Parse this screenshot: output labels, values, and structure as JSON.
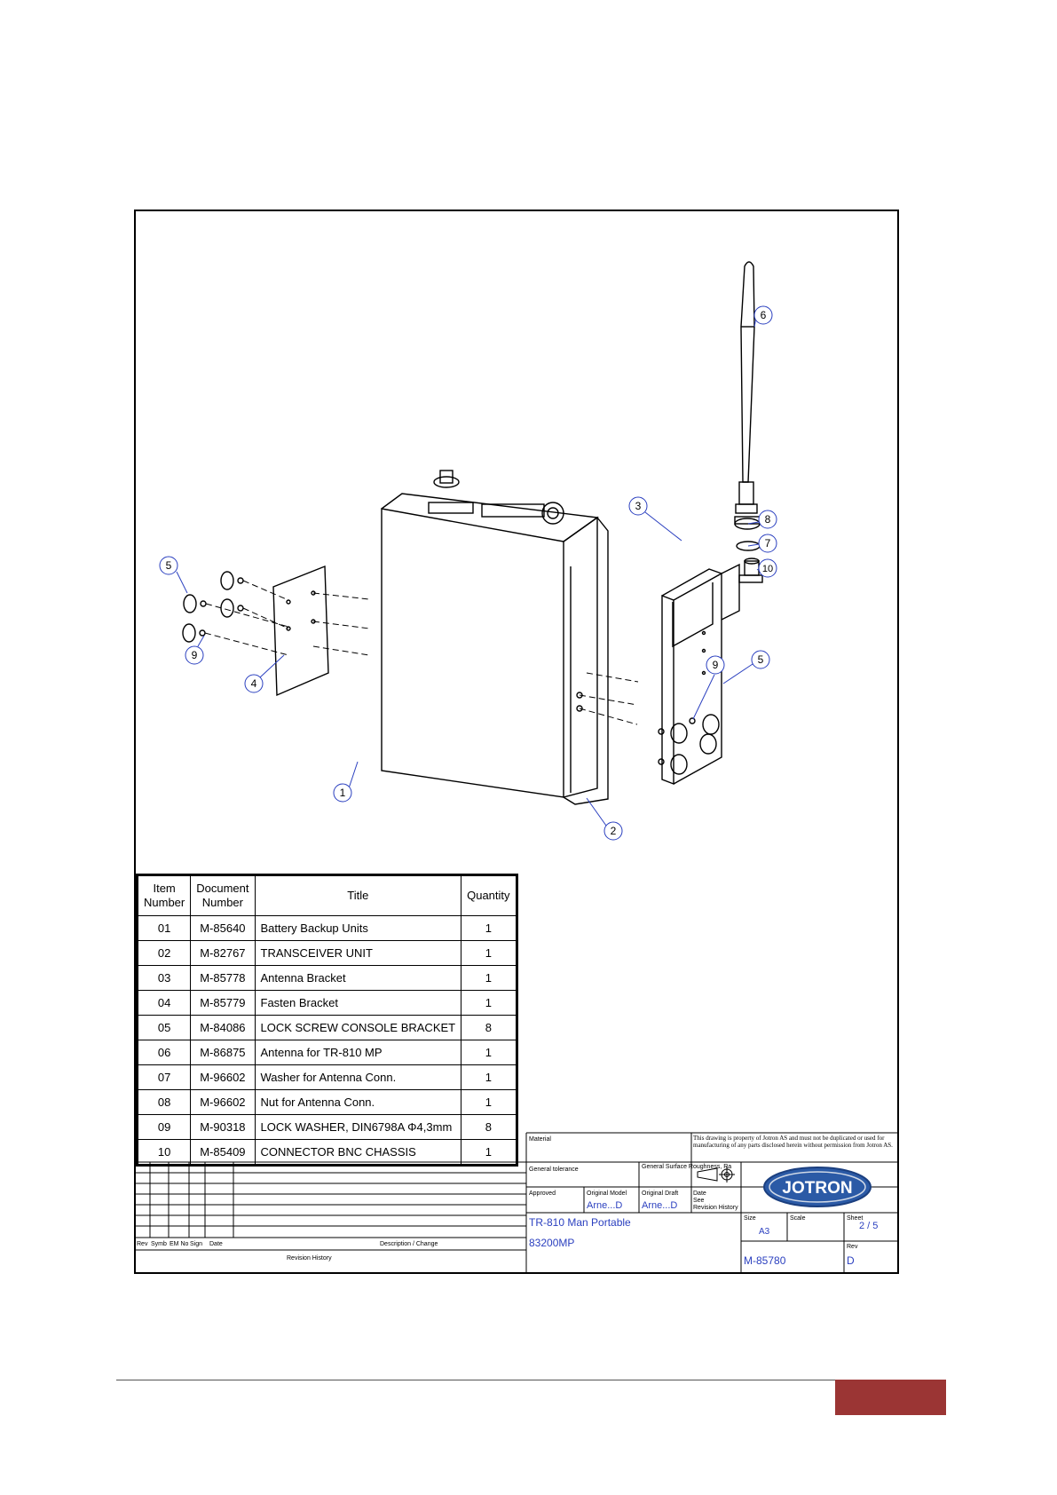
{
  "bom": {
    "headers": {
      "item": [
        "Item",
        "Number"
      ],
      "document": [
        "Document",
        "Number"
      ],
      "title": "Title",
      "quantity": "Quantity"
    },
    "rows": [
      {
        "item": "01",
        "document": "M-85640",
        "title": "Battery Backup Units",
        "quantity": "1"
      },
      {
        "item": "02",
        "document": "M-82767",
        "title": "TRANSCEIVER UNIT",
        "quantity": "1"
      },
      {
        "item": "03",
        "document": "M-85778",
        "title": "Antenna Bracket",
        "quantity": "1"
      },
      {
        "item": "04",
        "document": "M-85779",
        "title": "Fasten Bracket",
        "quantity": "1"
      },
      {
        "item": "05",
        "document": "M-84086",
        "title": "LOCK SCREW CONSOLE BRACKET",
        "quantity": "8"
      },
      {
        "item": "06",
        "document": "M-86875",
        "title": "Antenna for TR-810 MP",
        "quantity": "1"
      },
      {
        "item": "07",
        "document": "M-96602",
        "title": "Washer for Antenna Conn.",
        "quantity": "1"
      },
      {
        "item": "08",
        "document": "M-96602",
        "title": "Nut for Antenna Conn.",
        "quantity": "1"
      },
      {
        "item": "09",
        "document": "M-90318",
        "title": "LOCK WASHER, DIN6798A Φ4,3mm",
        "quantity": "8"
      },
      {
        "item": "10",
        "document": "M-85409",
        "title": "CONNECTOR BNC CHASSIS",
        "quantity": "1"
      }
    ]
  },
  "balloons": [
    "1",
    "2",
    "3",
    "4",
    "5",
    "5",
    "6",
    "7",
    "8",
    "9",
    "9",
    "10"
  ],
  "revision": {
    "headers": [
      "Rev",
      "Symb",
      "EM No",
      "Sign",
      "Date"
    ],
    "description_header": "Description / Change",
    "footer": "Revision History"
  },
  "title_block": {
    "material_label": "Material",
    "general_tolerance_label": "General tolerance",
    "surface_label": "General Surface Roughness, Ra",
    "copyright": "This drawing is property of Jotron AS and must not be duplicated or used for manufacturing of any parts disclosed herein without permission from Jotron AS.",
    "approved_label": "Approved",
    "original_model_label": "Original Model",
    "original_model_value": "Arne...D",
    "original_draft_label": "Original Draft",
    "original_draft_value": "Arne...D",
    "date_label": "Date",
    "date_value_1": "See",
    "date_value_2": "Revision History",
    "logo_text": "JOTRON",
    "title": "TR-810 Man Portable",
    "part_number": "83200MP",
    "size_label": "Size",
    "size_value": "A3",
    "scale_label": "Scale",
    "sheet_label": "Sheet",
    "sheet_value": "2 / 5",
    "drawing_number": "M-85780",
    "rev_label": "Rev",
    "rev_value": "D"
  },
  "colors": {
    "value_text": "#2a3fbf",
    "footer_block": "#9b3534",
    "logo_fill": "#2b5aa6"
  }
}
